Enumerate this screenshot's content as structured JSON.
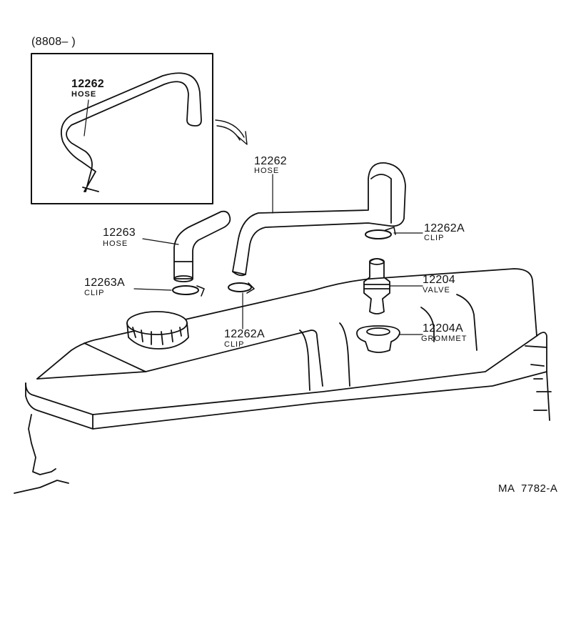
{
  "inset": {
    "date_code": "(8808–        )",
    "part_number": "12262",
    "part_name": "HOSE"
  },
  "callouts": [
    {
      "part_number": "12262",
      "name": "HOSE"
    },
    {
      "part_number": "12262A",
      "name": "CLIP"
    },
    {
      "part_number": "12263",
      "name": "HOSE"
    },
    {
      "part_number": "12263A",
      "name": "CLIP"
    },
    {
      "part_number": "12204",
      "name": "VALVE"
    },
    {
      "part_number": "12262A",
      "name": "CLIP"
    },
    {
      "part_number": "12204A",
      "name": "GROMMET"
    }
  ],
  "figure_ref": "MA  7782-A"
}
